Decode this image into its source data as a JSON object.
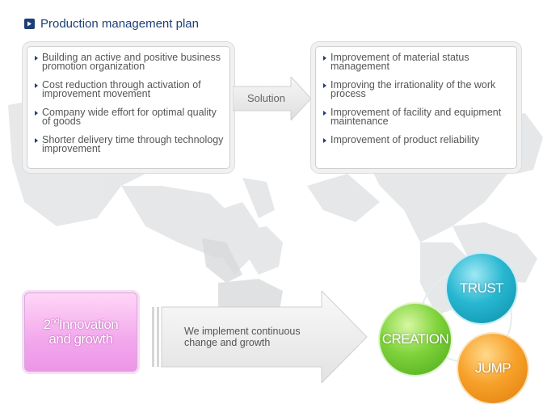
{
  "header": {
    "title": "Production management plan",
    "icon": "arrow-right-square-icon"
  },
  "problems": [
    {
      "text": "Building an active and positive business promotion organization"
    },
    {
      "text": "Cost reduction through activation of improvement movement"
    },
    {
      "text": "Company wide effort for optimal quality of goods"
    },
    {
      "text": "Shorter delivery time through technology improvement"
    }
  ],
  "solution_label": "Solution",
  "solutions": [
    {
      "text": "Improvement of material status management"
    },
    {
      "text": "Improving the irrationality of the work process"
    },
    {
      "text": "Improvement of facility and equipment maintenance"
    },
    {
      "text": "Improvement of product reliability"
    }
  ],
  "innovation": {
    "ordinal": "2",
    "suffix": "nd",
    "line1": "Innovation",
    "line2": "and growth"
  },
  "statement": {
    "line1": "We implement continuous",
    "line2": "change and growth"
  },
  "values": {
    "trust": "TRUST",
    "creation": "CREATION",
    "jump": "JUMP"
  },
  "colors": {
    "accent": "#1d3f78",
    "trust": "#28b7d1",
    "creation": "#7fd33b",
    "jump": "#f7a22b",
    "innovation": "#f2a8ec"
  }
}
